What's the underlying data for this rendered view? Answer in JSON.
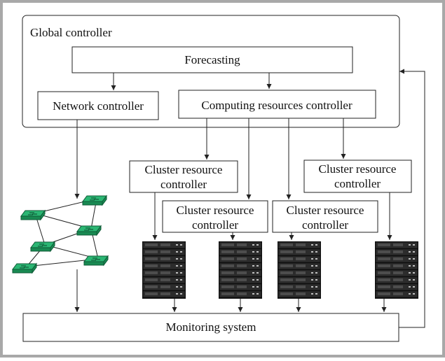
{
  "global_controller": {
    "label": "Global controller"
  },
  "forecasting": {
    "label": "Forecasting"
  },
  "network_controller": {
    "label": "Network controller"
  },
  "computing_controller": {
    "label": "Computing resources controller"
  },
  "clusters": [
    {
      "line1": "Cluster resource",
      "line2": "controller"
    },
    {
      "line1": "Cluster resource",
      "line2": "controller"
    },
    {
      "line1": "Cluster resource",
      "line2": "controller"
    },
    {
      "line1": "Cluster resource",
      "line2": "controller"
    }
  ],
  "monitoring": {
    "label": "Monitoring system"
  },
  "icons": {
    "network": "network-switch-icon",
    "server": "server-rack-icon"
  },
  "colors": {
    "switch": "#2bb673",
    "rack": "#121212",
    "frame": "#a8a8a8"
  }
}
